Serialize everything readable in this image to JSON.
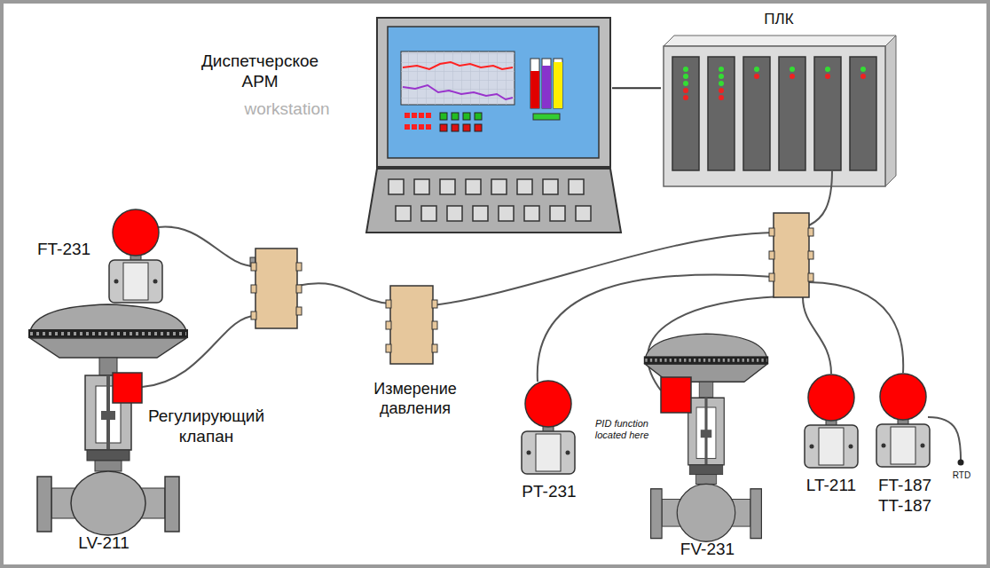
{
  "diagram": {
    "nodes": [
      {
        "text": [
          "Диспетчерское АРМ"
        ]
      },
      {
        "text": [
          "ПЛК"
        ]
      },
      {
        "text": [
          "FT-231"
        ]
      },
      {
        "text": [
          "Регулирующий клапан",
          "LV-211"
        ]
      },
      {
        "text": [
          "PT-231"
        ]
      },
      {
        "text": [
          "PID function located here",
          "FV-231"
        ]
      },
      {
        "text": [
          "LT-211"
        ]
      },
      {
        "text": [
          "FT-187 TT-187"
        ]
      }
    ],
    "edges": [
      {
        "from": 0,
        "to": 1,
        "arrow": "none"
      }
    ],
    "labels": [
      "workstation",
      "Измерение давления",
      "RTD"
    ]
  }
}
